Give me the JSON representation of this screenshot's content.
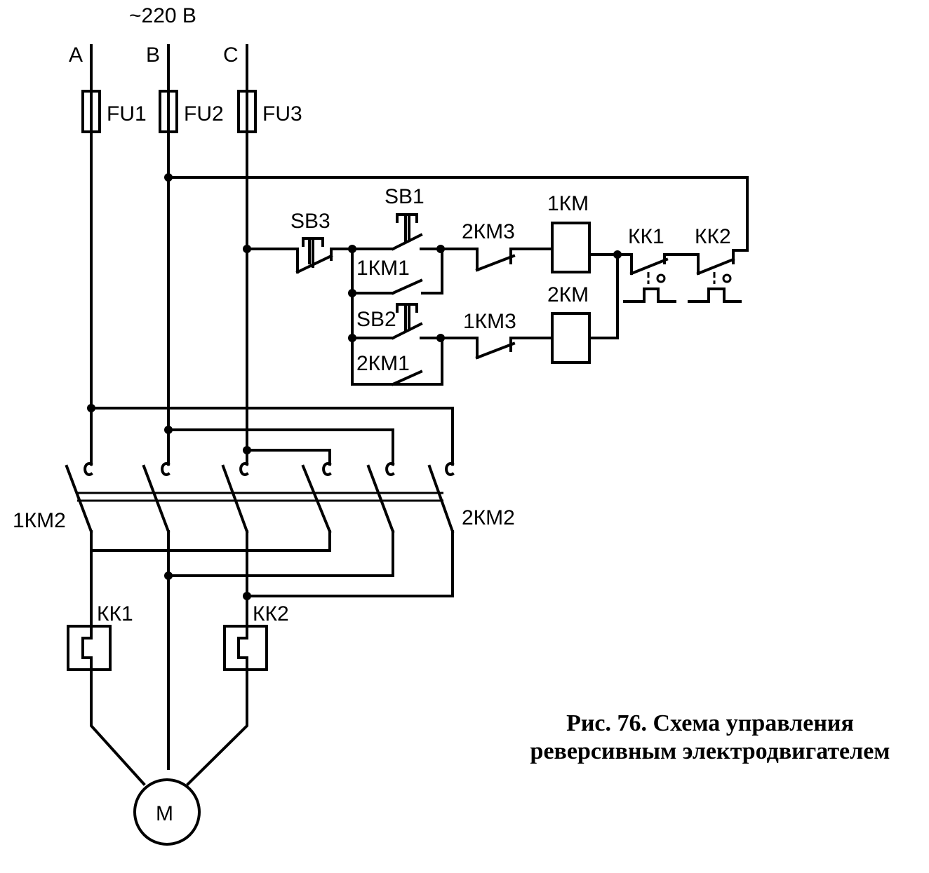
{
  "supply": {
    "voltage": "~220 В",
    "phases": [
      "A",
      "B",
      "C"
    ]
  },
  "fuses": [
    "FU1",
    "FU2",
    "FU3"
  ],
  "buttons": {
    "stop": "SB3",
    "forward": "SB1",
    "reverse": "SB2"
  },
  "contacts": {
    "hold_forward": "1КМ1",
    "hold_reverse": "2КМ1",
    "interlock_forward": "2КМ3",
    "interlock_reverse": "1КМ3",
    "main_forward": "1КМ2",
    "main_reverse": "2КМ2"
  },
  "coils": {
    "forward": "1КМ",
    "reverse": "2КМ"
  },
  "thermal_relays": {
    "top_left": "КК1",
    "top_right": "КК2",
    "bottom_left": "КК1",
    "bottom_right": "КК2"
  },
  "motor": "М",
  "caption": {
    "line1": "Рис. 76. Схема управления",
    "line2": "реверсивным электродвигателем"
  }
}
